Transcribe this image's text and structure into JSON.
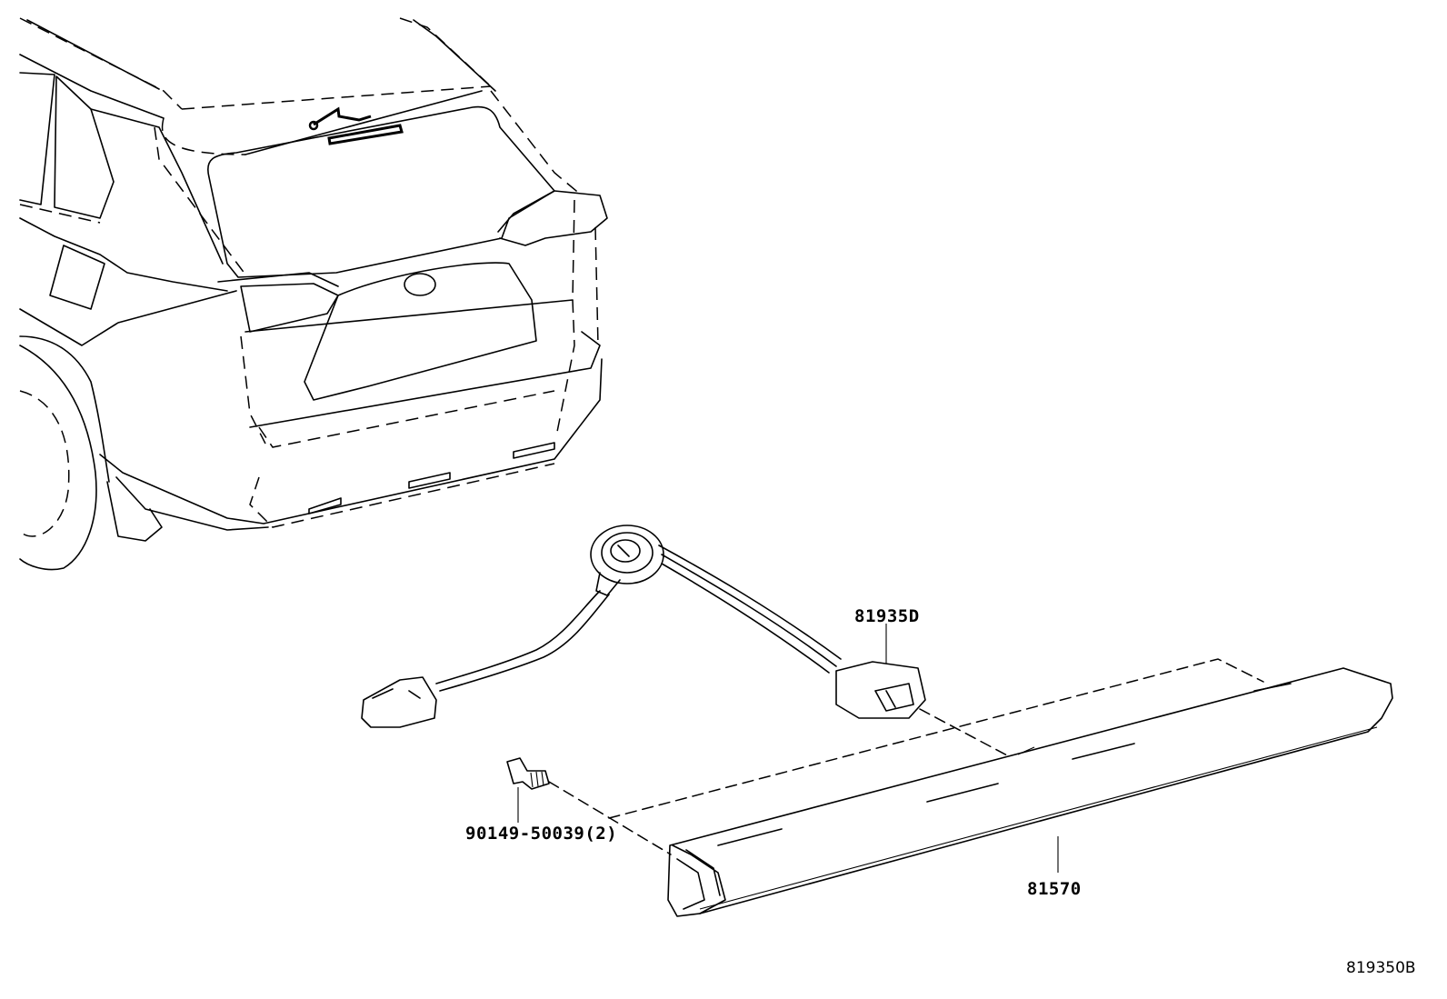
{
  "parts": [
    {
      "ref": "81935D",
      "label": "81935D"
    },
    {
      "ref": "90149-50039",
      "label": "90149-50039(2)"
    },
    {
      "ref": "81570",
      "label": "81570"
    }
  ],
  "figure_id": "819350B"
}
